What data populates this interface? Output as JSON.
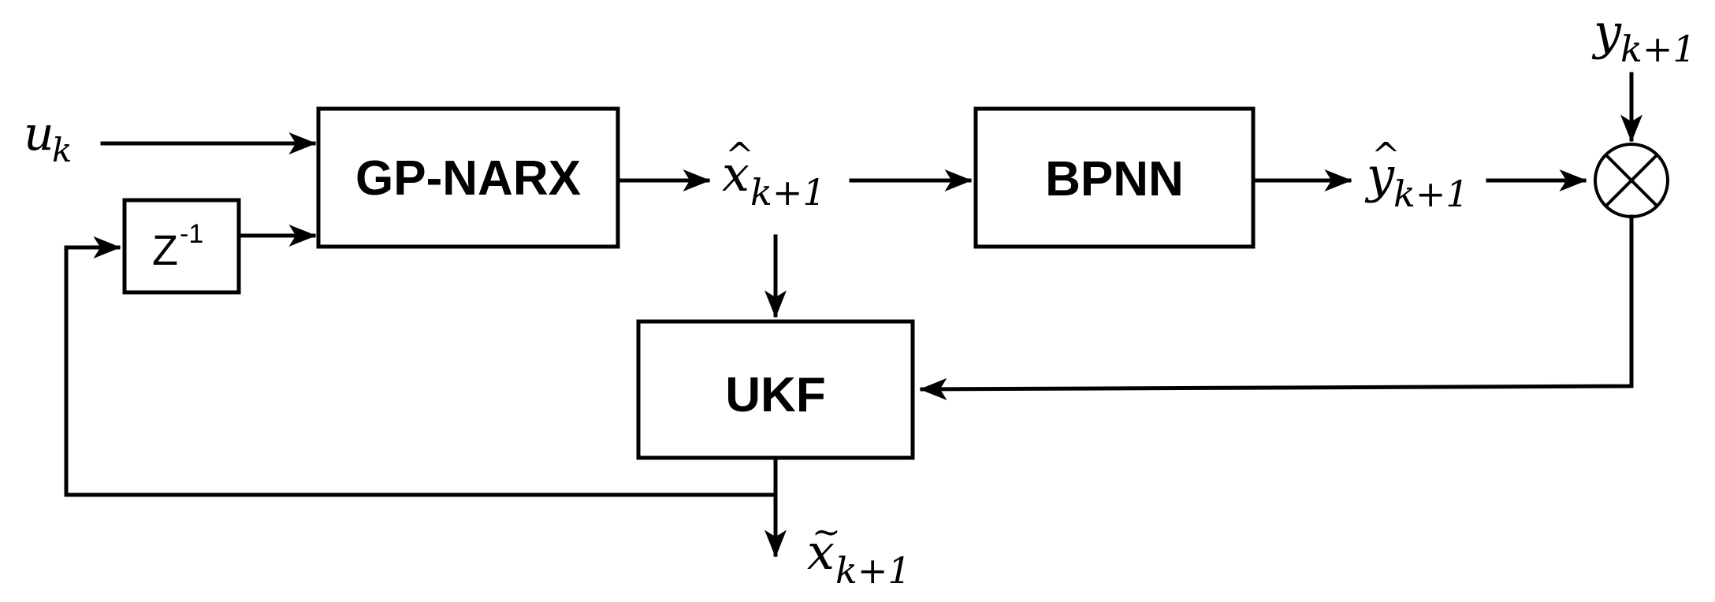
{
  "blocks": {
    "gp_narx": "GP-NARX",
    "bpnn": "BPNN",
    "ukf": "UKF",
    "delay": "Z",
    "delay_exp": "-1"
  },
  "signals": {
    "u": {
      "base": "u",
      "sub": "k"
    },
    "x_hat": {
      "base": "x",
      "sub": "k+1",
      "accent": "^"
    },
    "y_hat": {
      "base": "y",
      "sub": "k+1",
      "accent": "^"
    },
    "y_meas": {
      "base": "y",
      "sub": "k+1"
    },
    "x_tilde": {
      "base": "x",
      "sub": "k+1",
      "accent": "~"
    }
  },
  "colors": {
    "stroke": "#000000",
    "background": "#ffffff"
  },
  "icons": {
    "comparator": "circle-cross-icon"
  }
}
